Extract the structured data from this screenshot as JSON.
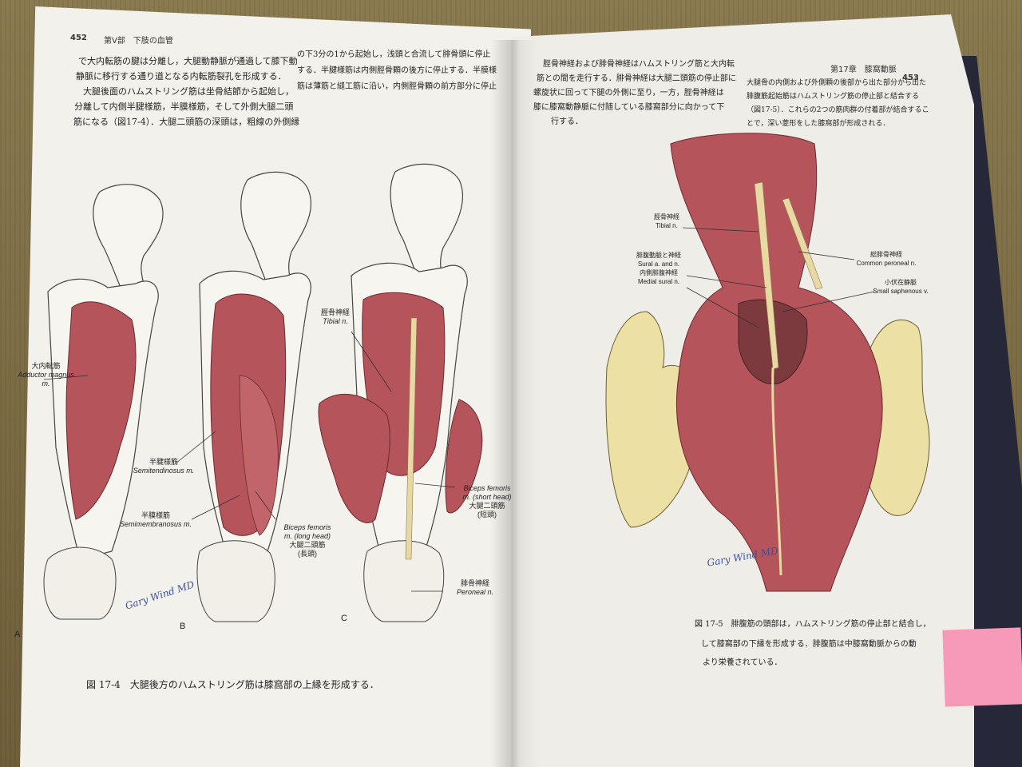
{
  "left_page": {
    "page_number": "452",
    "running_head": "第V部　下肢の血管",
    "body_lines": [
      "で大内転筋の腱は分離し，大腿動静脈が通過して膝下動",
      "静脈に移行する通り道となる内転筋裂孔を形成する．",
      "大腿後面のハムストリング筋は坐骨結節から起始し，",
      "分離して内側半腱様筋，半膜様筋，そして外側大腿二頭",
      "筋になる（図17-4）．大腿二頭筋の深頭は，粗線の外側縁",
      "の下3分の1から起始し，浅頭と合流して腓骨頭に停止",
      "する．半腱様筋は内側脛骨顆の後方に停止する．半膜様",
      "筋は薄筋と縫工筋に沿い，内側脛骨顆の前方部分に停止"
    ],
    "labels": {
      "adductor_ja": "大内転筋",
      "adductor_en": "Adductor magnus m.",
      "semitendinosus_ja": "半腱様筋",
      "semitendinosus_en": "Semitendinosus m.",
      "semimembranosus_ja": "半膜様筋",
      "semimembranosus_en": "Semimembranosus m.",
      "biceps_long_en": "Biceps femoris m. (long head)",
      "biceps_long_ja": "大腿二頭筋",
      "biceps_long_paren": "(長頭)",
      "tibial_ja": "脛骨神経",
      "tibial_en": "Tibial n.",
      "biceps_short_en": "Biceps femoris m. (short head)",
      "biceps_short_ja": "大腿二頭筋",
      "biceps_short_paren": "(短頭)",
      "peroneal_ja": "腓骨神経",
      "peroneal_en": "Peroneal n."
    },
    "panel_letters": [
      "A",
      "B",
      "C"
    ],
    "caption": "図 17-4　大腿後方のハムストリング筋は膝窩部の上縁を形成する．",
    "signature": "Gary Wind MD"
  },
  "right_page": {
    "page_number": "453",
    "running_head": "第17章　膝窩動脈",
    "body_lines_col1": [
      "脛骨神経および腓骨神経はハムストリング筋と大内転",
      "筋との間を走行する．腓骨神経は大腿二頭筋の停止部に",
      "螺旋状に回って下腿の外側に至り，一方，脛骨神経は",
      "膝に膝窩動静脈に付随している膝窩部分に向かって下",
      "行する．"
    ],
    "body_lines_col2": [
      "大腿骨の内側および外側顆の後部から出た部分から出た",
      "腓腹筋起始筋はハムストリング筋の停止部と結合する",
      "（図17-5）．これらの2つの筋肉群の付着部が結合するこ",
      "とで，深い菱形をした膝窩部が形成される．"
    ],
    "labels": {
      "tibial_ja": "脛骨神経",
      "tibial_en": "Tibial n.",
      "sural_ja": "腓腹動脈と神経",
      "sural_en": "Sural a. and n.",
      "medial_sural_ja": "内側腓腹神経",
      "medial_sural_en": "Medial sural n.",
      "common_peroneal_ja": "総腓骨神経",
      "common_peroneal_en": "Common peroneal n.",
      "small_saph_ja": "小伏在静脈",
      "small_saph_en": "Small saphenous v."
    },
    "caption_lines": [
      "図 17-5　腓腹筋の頭部は，ハムストリング筋の停止部と結合し，",
      "して膝窩部の下縁を形成する．腓腹筋は中膝窩動脈からの動",
      "より栄養されている．"
    ],
    "signature": "Gary Wind MD"
  },
  "colors": {
    "muscle": "#b5545a",
    "bone": "#f6f5f0",
    "glove": "#ece0a4",
    "sticky_note": "#f79ab9"
  }
}
